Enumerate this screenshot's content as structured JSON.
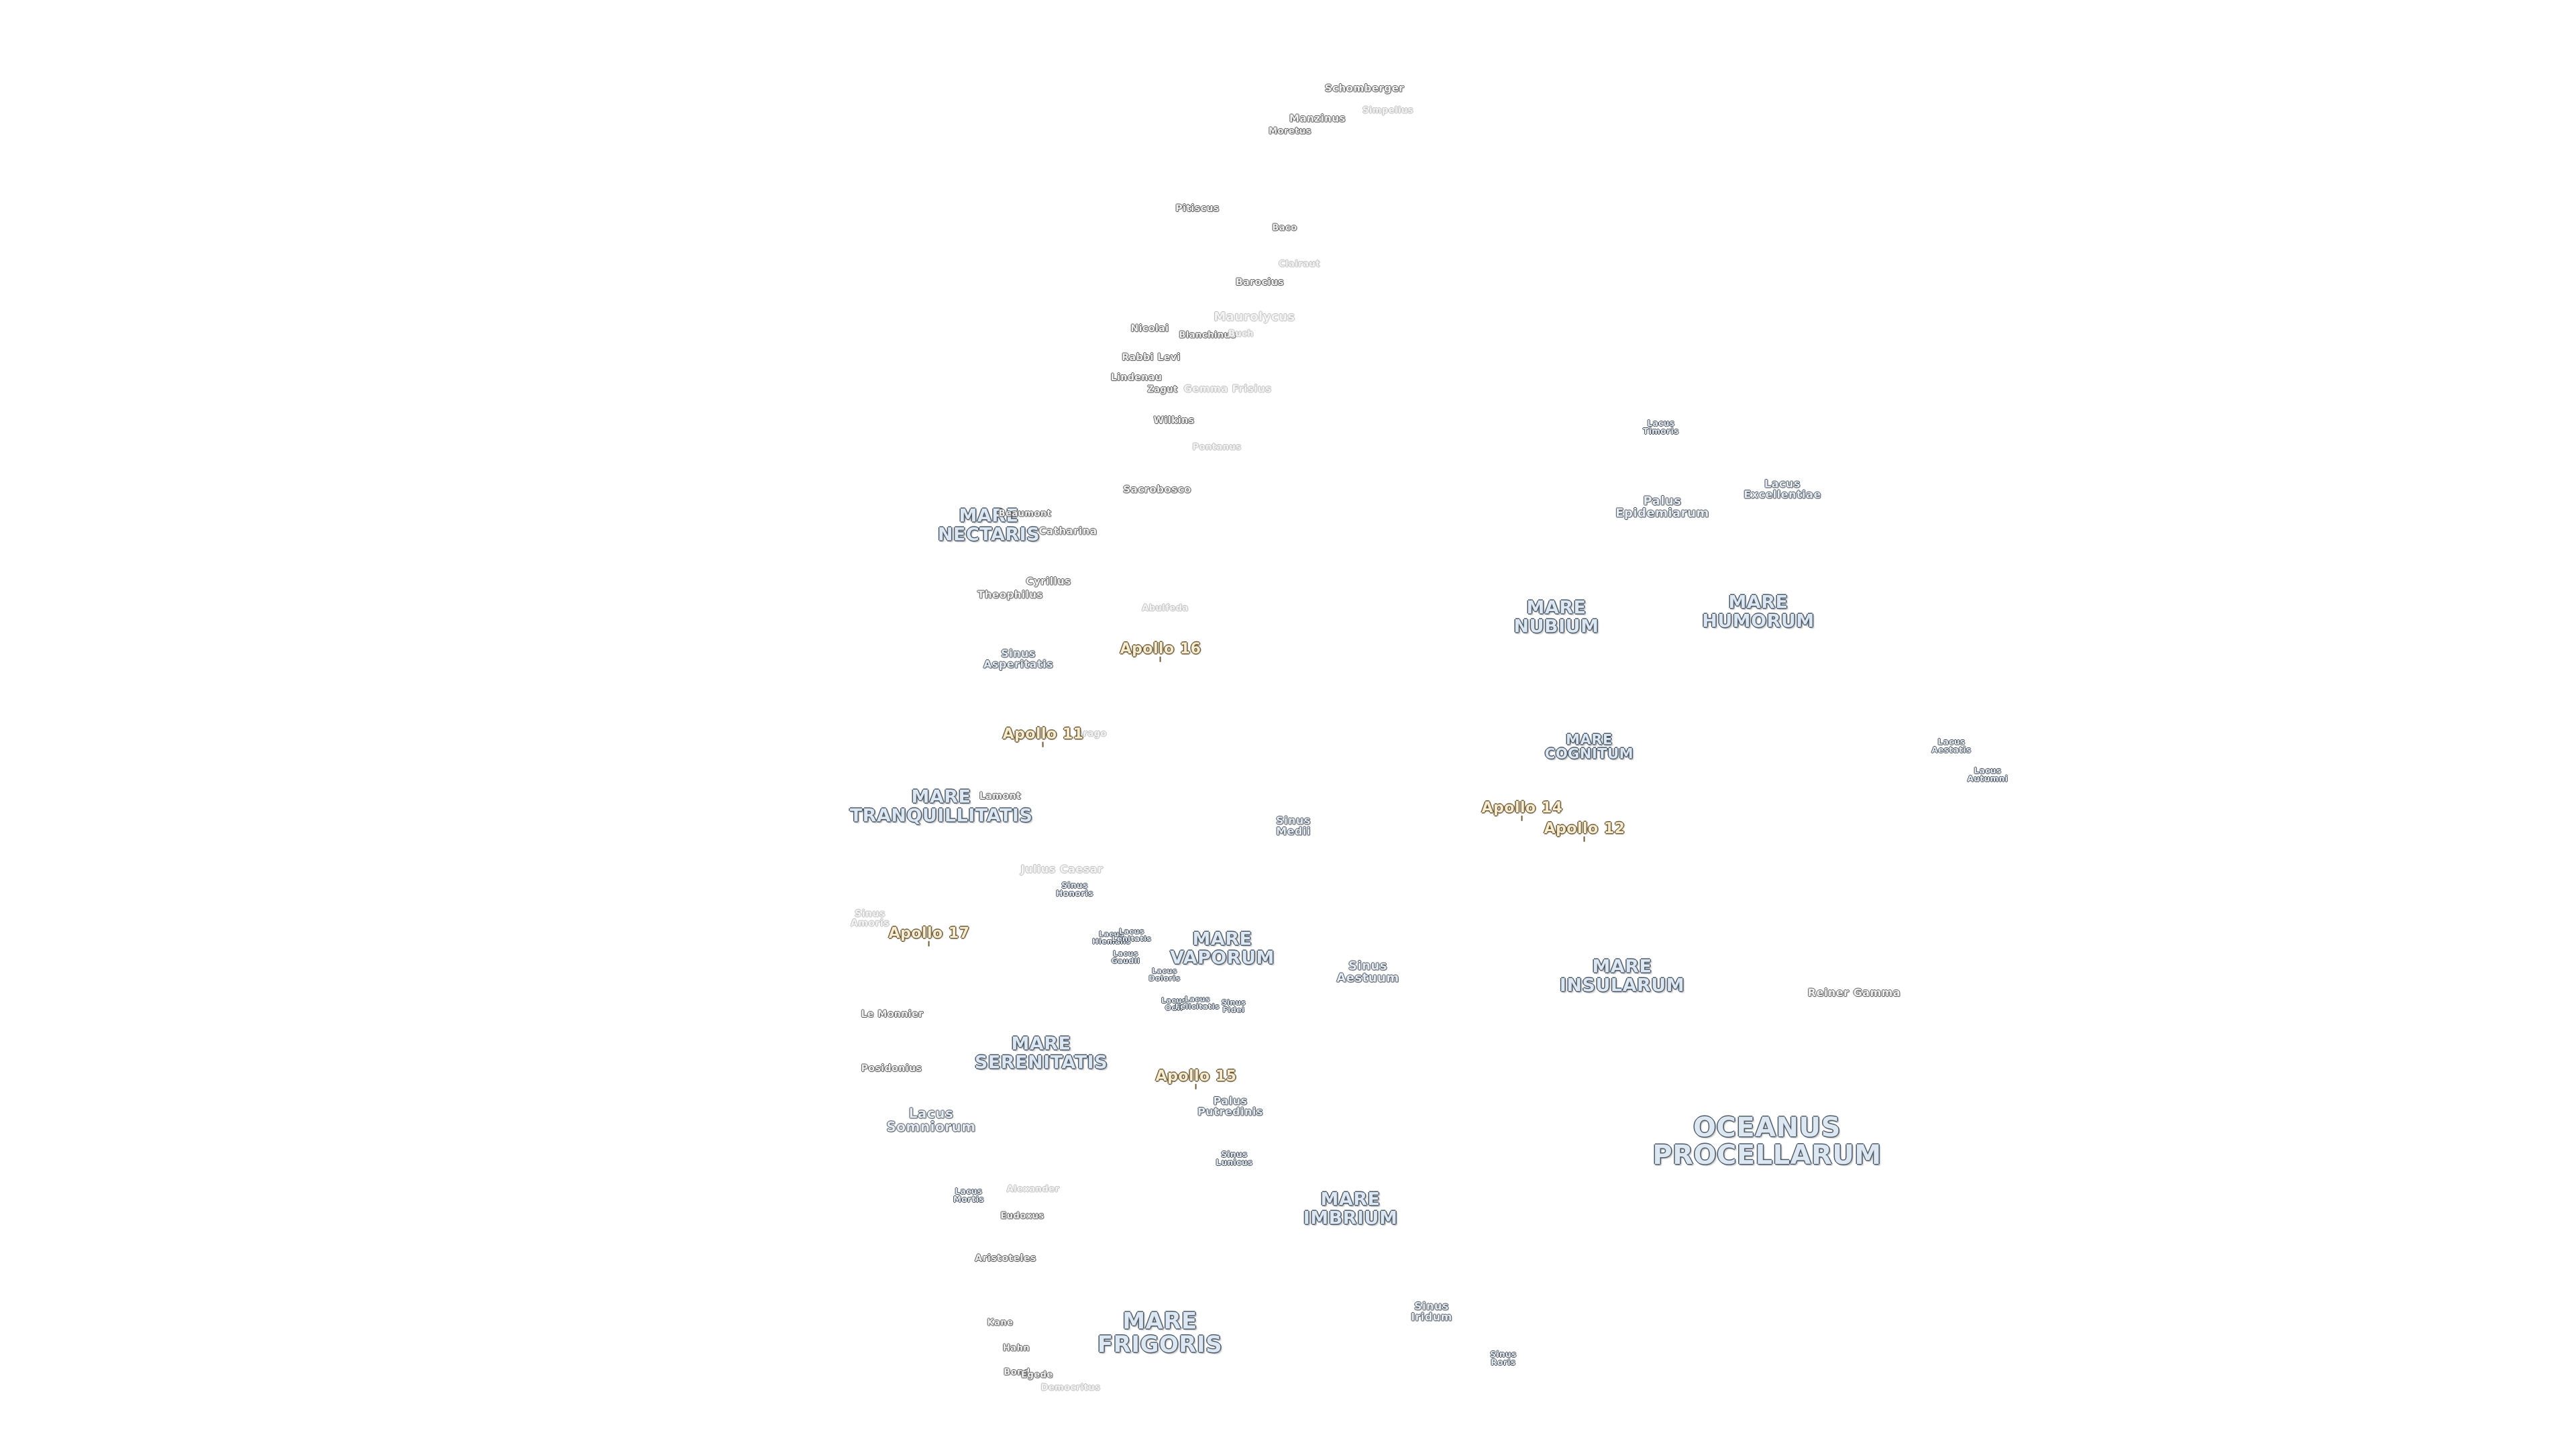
{
  "map": {
    "maria": {
      "nectaris": "MARE\nNECTARIS",
      "tranquillitatis": "MARE\nTRANQUILLITATIS",
      "serenitatis": "MARE\nSERENITATIS",
      "vaporum": "MARE\nVAPORUM",
      "imbrium": "MARE\nIMBRIUM",
      "frigoris": "MARE\nFRIGORIS",
      "nubium": "MARE\nNUBIUM",
      "humorum": "MARE\nHUMORUM",
      "cognitum": "MARE\nCOGNITUM",
      "insularum": "MARE\nINSULARUM",
      "procellarum": "OCEANUS\nPROCELLARUM"
    },
    "features": {
      "lacus_somniorum": "Lacus\nSomniorum",
      "sinus_medii": "Sinus\nMedii",
      "sinus_aestuum": "Sinus\nAestuum",
      "palus_epidemiarum": "Palus\nEpidemiarum",
      "lacus_excellentiae": "Lacus\nExcellentiae",
      "lacus_timoris": "Lacus\nTimoris",
      "sinus_asperitatis": "Sinus\nAsperitatis",
      "sinus_iridum": "Sinus\nIridum",
      "sinus_roris": "Sinus\nRoris",
      "palus_putredinis": "Palus\nPutredinis",
      "sinus_lunicus": "Sinus\nLunicus",
      "lacus_mortis": "Lacus\nMortis",
      "lacus_autumni": "Lacus\nAutumni",
      "lacus_aestatis": "Lacus\nAestatis",
      "sinus_honoris": "Sinus\nHonoris",
      "lacus_hiemalis": "Lacus\nHiemalis",
      "lacus_lenitatis": "Lacus\nLenitatis",
      "lacus_gaudii": "Lacus\nGaudii",
      "lacus_doloris": "Lacus\nDoloris",
      "lacus_odii": "Lacus\nOdii",
      "lacus_felicitatis": "Lacus\nFelicitatis",
      "sinus_fidei": "Sinus\nFidei",
      "sinus_amoris": "Sinus\nAmoris"
    },
    "craters": {
      "schomberger": "Schomberger",
      "manzinus": "Manzinus",
      "moretus": "Moretus",
      "pitiscus": "Pitiscus",
      "barocius": "Barocius",
      "nicolai": "Nicolai",
      "rabbi_levi": "Rabbi Levi",
      "lindenau": "Lindenau",
      "zagut": "Zagut",
      "wilkins": "Wilkins",
      "blanchinus": "Blanchinus",
      "beaumont": "Beaumont",
      "catharina": "Catharina",
      "cyrillus": "Cyrillus",
      "theophilus": "Theophilus",
      "sacrobosco": "Sacrobosco",
      "lamont": "Lamont",
      "le_monnier": "Le Monnier",
      "posidonius": "Posidonius",
      "reiner_gamma": "Reiner Gamma",
      "kane": "Kane",
      "hahn": "Hahn",
      "bond": "Bond",
      "egede": "Egede"
    },
    "faint": {
      "simpelius": "Simpelius",
      "baco": "Baco",
      "clairaut": "Clairaut",
      "maurolycus": "Maurolycus",
      "buch": "Buch",
      "gemma_frisius": "Gemma Frisius",
      "pontanus": "Pontanus",
      "abulfeda": "Abulfeda",
      "arago": "Arago",
      "julius_caesar": "Julius Caesar",
      "alexander": "Alexander",
      "eudoxus": "Eudoxus",
      "aristoteles": "Aristoteles",
      "democritus": "Democritus"
    },
    "apollo": {
      "a11": "Apollo 11",
      "a12": "Apollo 12",
      "a14": "Apollo 14",
      "a15": "Apollo 15",
      "a16": "Apollo 16",
      "a17": "Apollo 17"
    }
  }
}
